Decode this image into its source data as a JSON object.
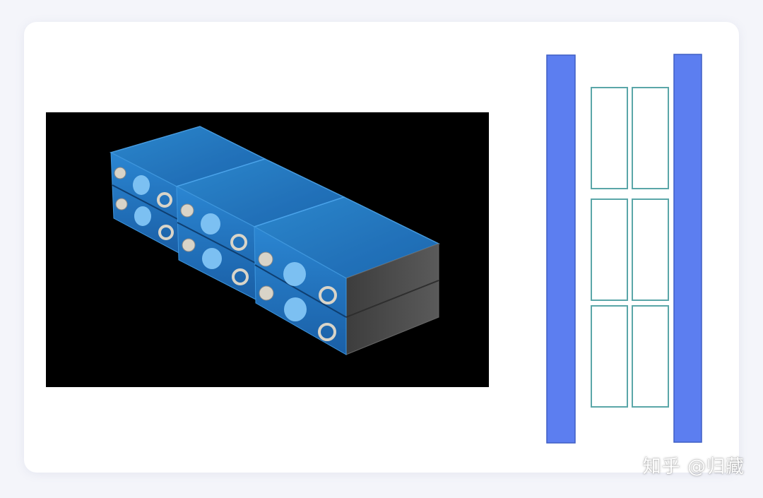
{
  "watermark": {
    "text": "知乎 @归藏"
  },
  "illustration": {
    "subject": "battery-module-3d-render",
    "background_color": "#000000",
    "cell_color": "#1f74c4",
    "cell_side_color": "#4a4a4a",
    "terminal_color": "#d9d4c8"
  },
  "schematic": {
    "end_plate_color": "#5c7ef0",
    "end_plate_border": "#3f5fc4",
    "cell_outline_color": "#5aa6a8",
    "cells_per_row": 2,
    "rows": 3
  }
}
